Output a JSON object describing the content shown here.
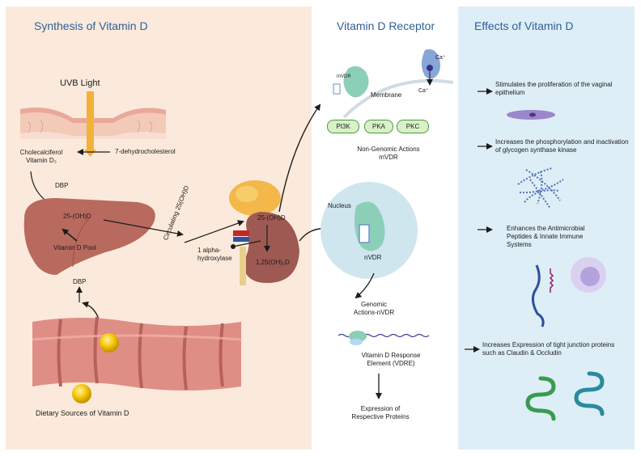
{
  "sections": {
    "synthesis": "Synthesis of Vitamin D",
    "receptor": "Vitamin D Receptor",
    "effects": "Effects of Vitamin D"
  },
  "synthesis": {
    "uvb": "UVB Light",
    "cholecalciferol": "Cholecalciferol",
    "vitamin_d3": "Vitamin D₃",
    "dehydro": "7-dehydrocholesterol",
    "dbp_top": "DBP",
    "liver_25oh": "25-(OH)D",
    "pool": "Vitamin D Pool",
    "dbp_bottom": "DBP",
    "circulating": "Circulating 25(OH)D",
    "kidney_25oh": "25-(OH)D",
    "alpha": "1 alpha-hydroxylase",
    "calcitriol": "1,25(OH)₂D",
    "dietary": "Dietary Sources of Vitamin D"
  },
  "receptor": {
    "mvdr": "mVDR",
    "ca1": "Ca⁺",
    "ca2": "Ca⁺",
    "membrane": "Membrane",
    "pathways": [
      "PI3K",
      "PKA",
      "PKC"
    ],
    "non_genomic": "Non-Genomic Actions mVDR",
    "nucleus": "Nucleus",
    "nvdr": "nVDR",
    "genomic": "Genomic Actions-nVDR",
    "vdre": "Vitamin D Response Element (VDRE)",
    "expression": "Expression of Respective Proteins"
  },
  "effects": [
    "Stimulates the proliferation of the vaginal epithelium",
    "Increases the phosphorylation and inactivation of glycogen synthase kinase",
    "Enhances the Antimicrobial Peptides & Innate Immune Systems",
    "Increases Expression of tight junction proteins such as Claudin & Occludin"
  ],
  "colors": {
    "header": "#2e5f99",
    "synthesis_bg": "#fbeadb",
    "effects_bg": "#ddeef7",
    "liver": "#b86a5f",
    "kidney": "#9e5a52",
    "receptor": "#8ccfb9",
    "nucleus": "#cfe6ee",
    "pathway_fill": "#d9f0c9",
    "pathway_border": "#4a9a3c",
    "uvb_beam": "#f2b23a",
    "vitamin_pill": "#f5c400"
  }
}
